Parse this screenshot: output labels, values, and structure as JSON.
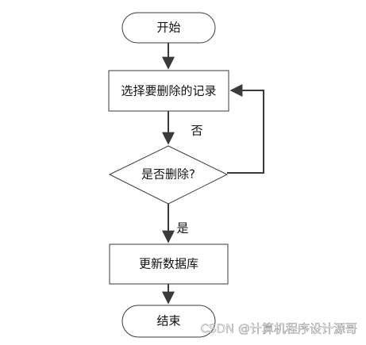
{
  "flowchart": {
    "start_label": "开始",
    "select_label": "选择要删除的记录",
    "decision_label": "是否删除?",
    "update_label": "更新数据库",
    "end_label": "结束",
    "edge_no_label": "否",
    "edge_yes_label": "是"
  },
  "watermark": {
    "text": "CSDN @计算机程序设计源哥"
  },
  "colors": {
    "stroke": "#3a3a3a",
    "fill": "#ffffff",
    "text": "#111111"
  }
}
